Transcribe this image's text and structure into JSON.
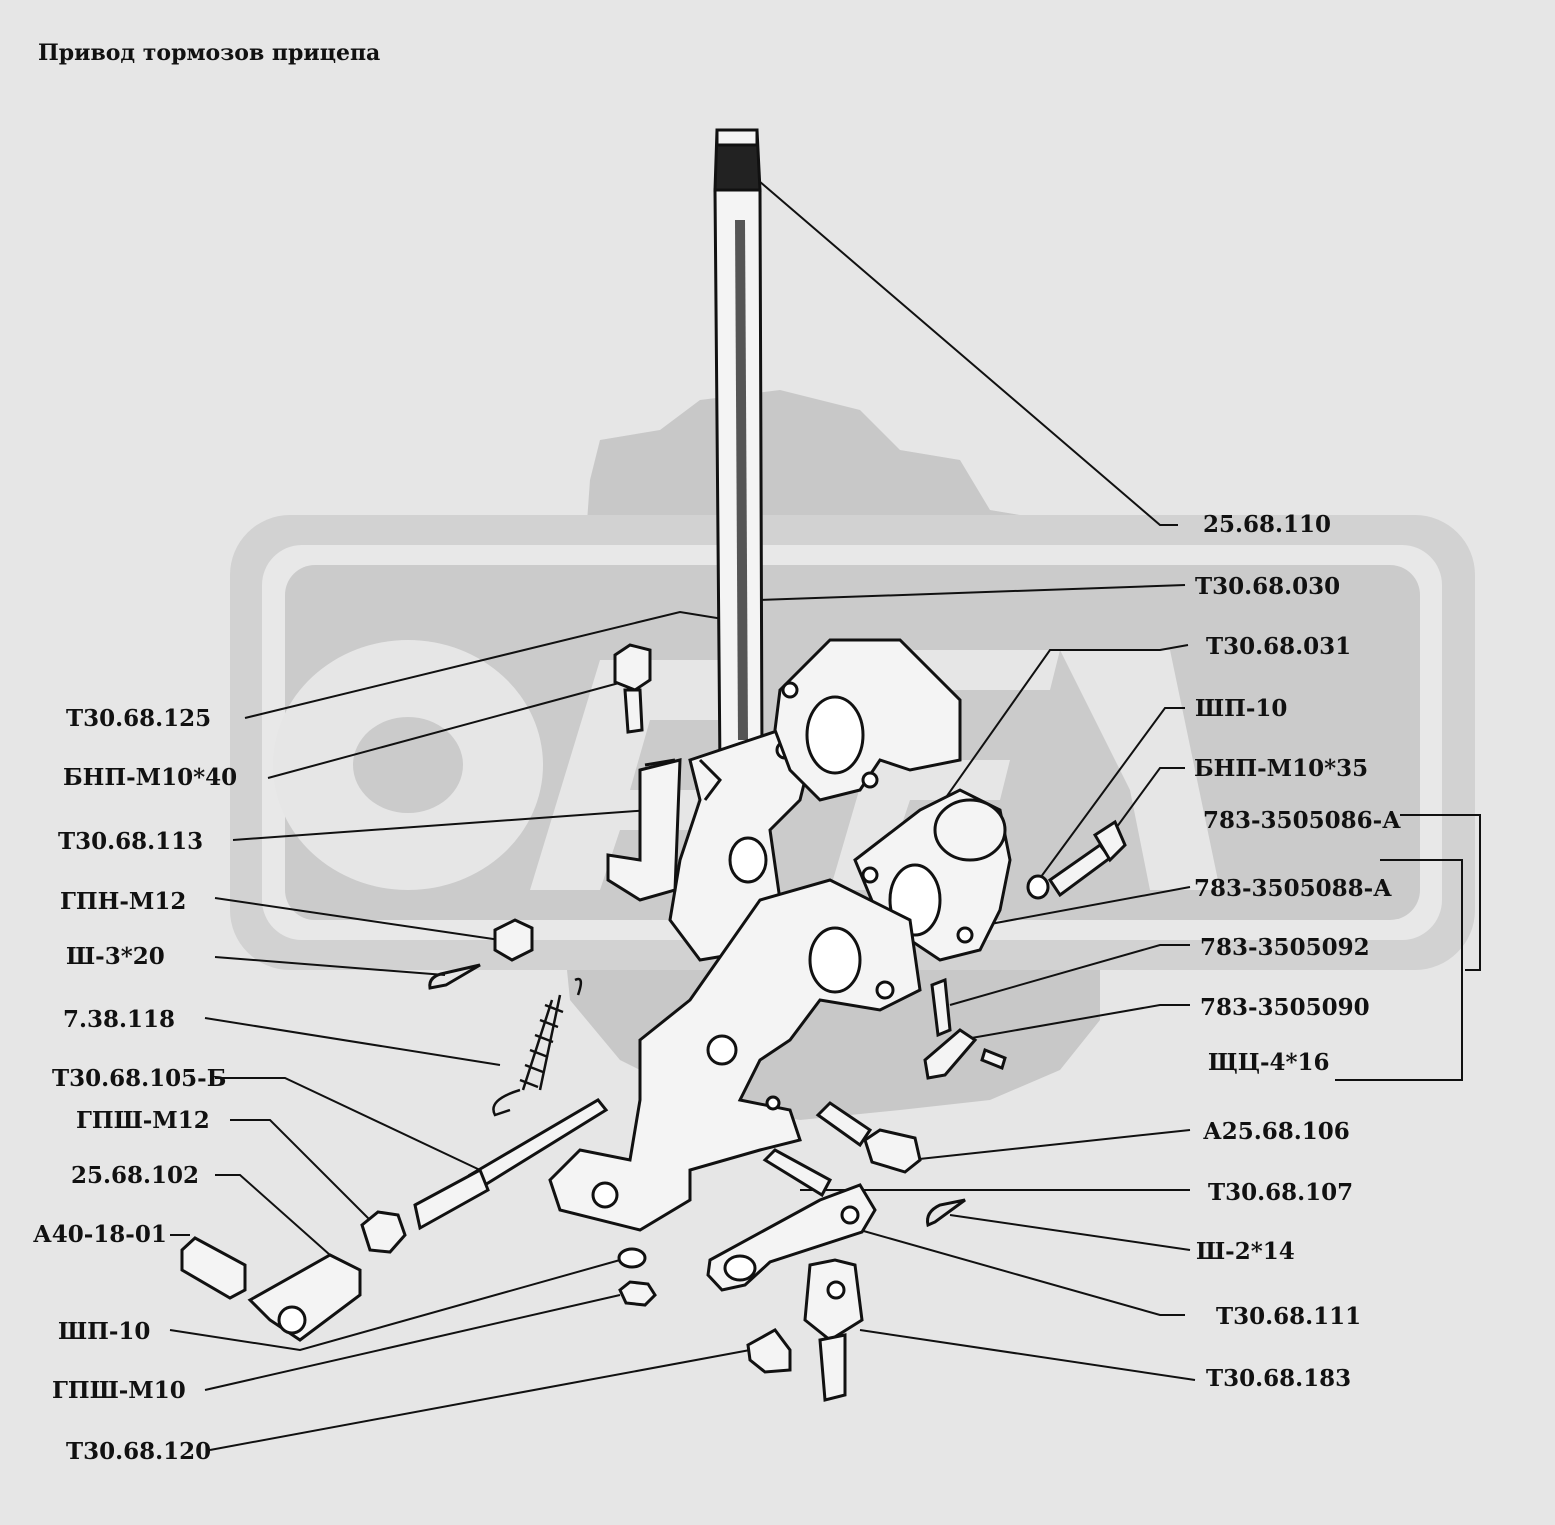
{
  "title": "Привод тормозов прицепа",
  "labels": {
    "l_25_68_110": "25.68.110",
    "l_t30_68_030": "Т30.68.030",
    "l_t30_68_031": "Т30.68.031",
    "l_shp10_r": "ШП-10",
    "l_bnp_m10x35": "БНП-М10*35",
    "l_783_086a": "783-3505086-А",
    "l_783_088a": "783-3505088-А",
    "l_783_092": "783-3505092",
    "l_783_090": "783-3505090",
    "l_shch_4x16": "ЩЦ-4*16",
    "l_a25_68_106": "А25.68.106",
    "l_t30_68_107": "Т30.68.107",
    "l_sh_2x14": "Ш-2*14",
    "l_t30_68_111": "Т30.68.111",
    "l_t30_68_183": "Т30.68.183",
    "l_t30_68_125": "Т30.68.125",
    "l_bnp_m10x40": "БНП-М10*40",
    "l_t30_68_113": "Т30.68.113",
    "l_gpn_m12": "ГПН-М12",
    "l_sh_3x20": "Ш-3*20",
    "l_7_38_118": "7.38.118",
    "l_t30_68_105b": "Т30.68.105-Б",
    "l_gpsh_m12": "ГПШ-М12",
    "l_25_68_102": "25.68.102",
    "l_a40_18_01": "А40-18-01",
    "l_shp10_l": "ШП-10",
    "l_gpsh_m10": "ГПШ-М10",
    "l_t30_68_120": "Т30.68.120"
  },
  "colors": {
    "background": "#e6e6e6",
    "watermark": "#c9c9c9",
    "ink": "#111111"
  }
}
